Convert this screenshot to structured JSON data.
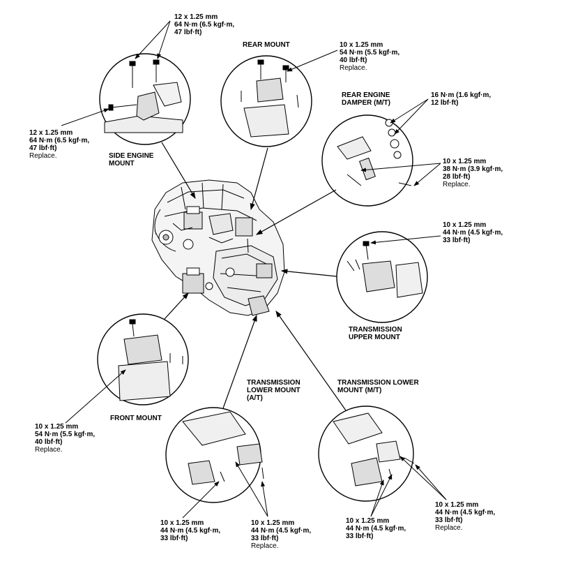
{
  "titles": {
    "rear_mount": "REAR MOUNT",
    "rear_engine_damper_1": "REAR ENGINE",
    "rear_engine_damper_2": "DAMPER (M/T)",
    "side_engine_mount_1": "SIDE ENGINE",
    "side_engine_mount_2": "MOUNT",
    "trans_upper_1": "TRANSMISSION",
    "trans_upper_2": "UPPER MOUNT",
    "front_mount": "FRONT MOUNT",
    "trans_lower_at_1": "TRANSMISSION",
    "trans_lower_at_2": "LOWER MOUNT",
    "trans_lower_at_3": "(A/T)",
    "trans_lower_mt_1": "TRANSMISSION LOWER",
    "trans_lower_mt_2": "MOUNT (M/T)"
  },
  "specs": {
    "side_top": {
      "l1": "12 x 1.25 mm",
      "l2": "64 N·m (6.5 kgf·m,",
      "l3": "47 lbf·ft)"
    },
    "side_left": {
      "l1": "12 x 1.25 mm",
      "l2": "64 N·m (6.5 kgf·m,",
      "l3": "47 lbf·ft)",
      "note": "Replace."
    },
    "rear_mount": {
      "l1": "10 x 1.25 mm",
      "l2": "54 N·m (5.5 kgf·m,",
      "l3": "40 lbf·ft)",
      "note": "Replace."
    },
    "damper_top": {
      "l1": "16 N·m (1.6 kgf·m,",
      "l2": "12 lbf·ft)"
    },
    "damper_bolt": {
      "l1": "10 x 1.25 mm",
      "l2": "38 N·m (3.9 kgf·m,",
      "l3": "28 lbf·ft)",
      "note": "Replace."
    },
    "trans_upper": {
      "l1": "10 x 1.25 mm",
      "l2": "44 N·m (4.5 kgf·m,",
      "l3": "33 lbf·ft)"
    },
    "front_mount": {
      "l1": "10 x 1.25 mm",
      "l2": "54 N·m (5.5 kgf·m,",
      "l3": "40 lbf·ft)",
      "note": "Replace."
    },
    "at_left": {
      "l1": "10 x 1.25 mm",
      "l2": "44 N·m (4.5 kgf·m,",
      "l3": "33 lbf·ft)"
    },
    "at_right": {
      "l1": "10 x 1.25 mm",
      "l2": "44 N·m (4.5 kgf·m,",
      "l3": "33 lbf·ft)",
      "note": "Replace."
    },
    "mt_left": {
      "l1": "10 x 1.25 mm",
      "l2": "44 N·m (4.5 kgf·m,",
      "l3": "33 lbf·ft)"
    },
    "mt_right": {
      "l1": "10 x 1.25 mm",
      "l2": "44 N·m (4.5 kgf·m,",
      "l3": "33 lbf·ft)",
      "note": "Replace."
    }
  }
}
